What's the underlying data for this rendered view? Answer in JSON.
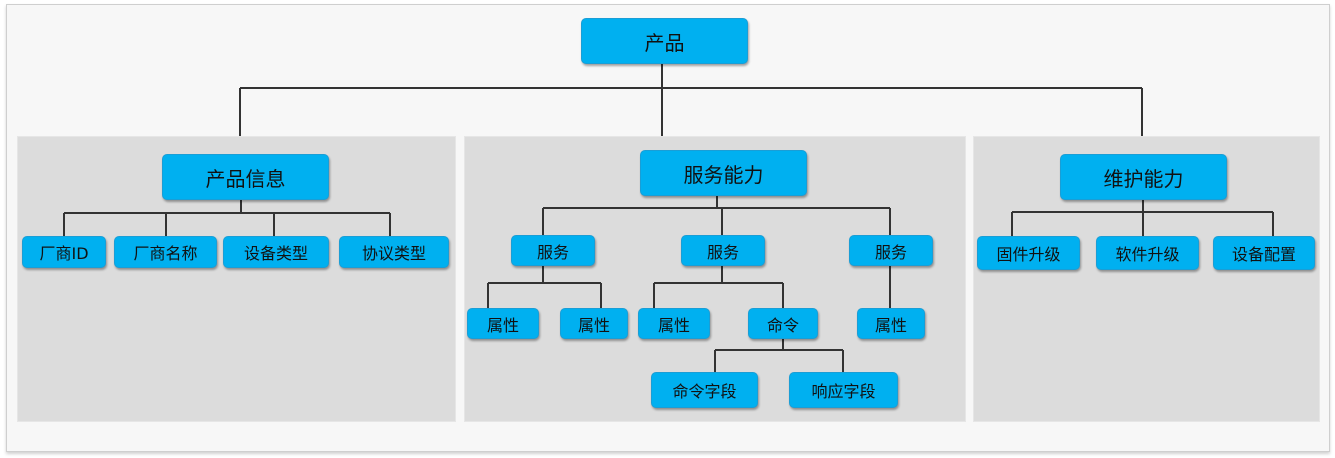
{
  "diagram": {
    "root": {
      "label": "产品"
    },
    "sections": [
      {
        "label": "产品信息",
        "children": [
          "厂商ID",
          "厂商名称",
          "设备类型",
          "协议类型"
        ]
      },
      {
        "label": "服务能力",
        "services": [
          {
            "label": "服务",
            "children": [
              "属性",
              "属性"
            ]
          },
          {
            "label": "服务",
            "children": [
              "属性",
              "命令"
            ],
            "command_children": [
              "命令字段",
              "响应字段"
            ]
          },
          {
            "label": "服务",
            "children": [
              "属性"
            ]
          }
        ]
      },
      {
        "label": "维护能力",
        "children": [
          "固件升级",
          "软件升级",
          "设备配置"
        ]
      }
    ],
    "colors": {
      "node_fill": "#00b0f0",
      "panel": "#dcdcdc",
      "line": "#333333"
    }
  }
}
